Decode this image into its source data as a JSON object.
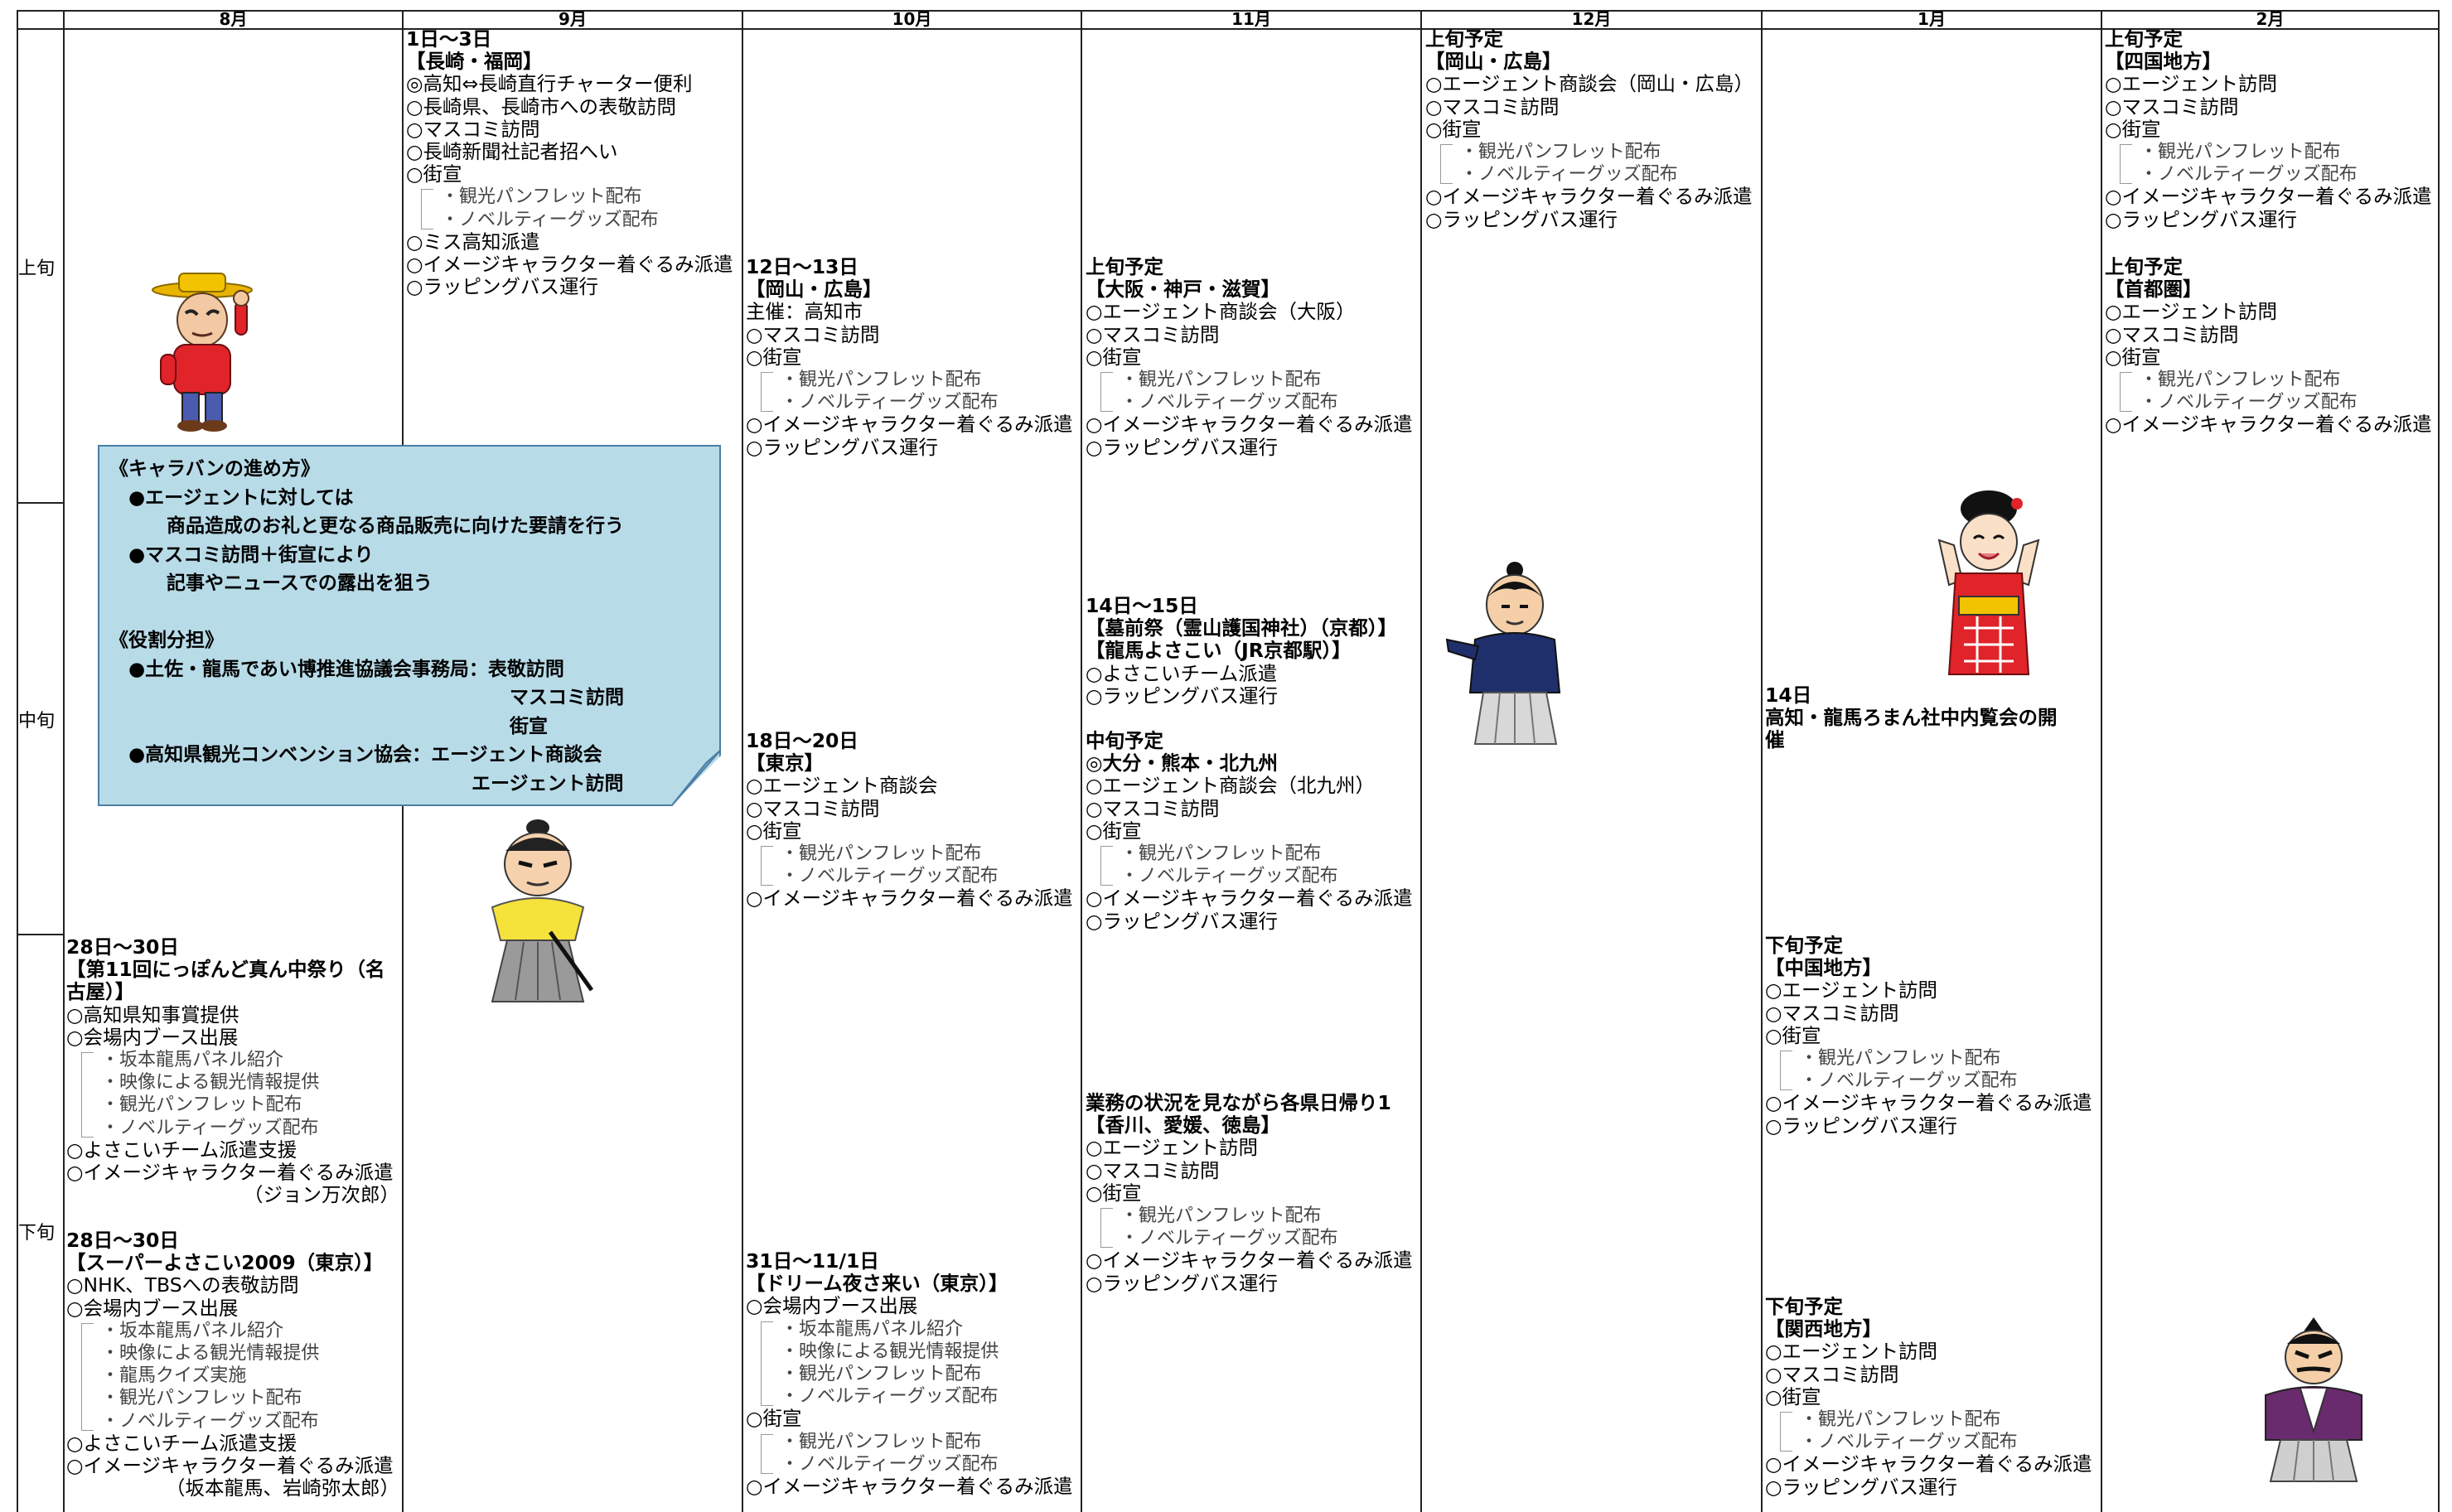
{
  "months": [
    "8月",
    "9月",
    "10月",
    "11月",
    "12月",
    "1月",
    "2月"
  ],
  "periods": [
    "上旬",
    "中旬",
    "下旬"
  ],
  "callout": {
    "lines": [
      "《キャラバンの進め方》",
      "　●エージェントに対しては",
      "　　　商品造成のお礼と更なる商品販売に向けた要請を行う",
      "　●マスコミ訪問＋街宣により",
      "　　　記事やニュースでの露出を狙う",
      "",
      "《役割分担》",
      "　●土佐・龍馬であい博推進協議会事務局：表敬訪問",
      "　　　　　　　　　　　　　　　　　　　　　マスコミ訪問",
      "　　　　　　　　　　　　　　　　　　　　　街宣",
      "　●高知県観光コンベンション協会：エージェント商談会",
      "　　　　　　　　　　　　　　　　　　　エージェント訪問"
    ]
  },
  "characters": [
    {
      "id": "ryoma-aug",
      "icon": "cowboy-character-icon"
    },
    {
      "id": "samurai-sep",
      "icon": "samurai-character-icon"
    },
    {
      "id": "ryoma-dec",
      "icon": "ryoma-character-icon"
    },
    {
      "id": "princess-jan",
      "icon": "princess-character-icon"
    },
    {
      "id": "lord-feb",
      "icon": "lord-character-icon"
    }
  ],
  "blocks": {
    "sep_a": [
      "1日～3日",
      "【長崎・福岡】",
      "◎高知⇔長崎直行チャーター便利",
      "○長崎県、長崎市への表敬訪問",
      "○マスコミ訪問",
      "○長崎新聞社記者招へい",
      "○街宣",
      "・観光パンフレット配布",
      "・ノベルティーグッズ配布",
      "○ミス高知派遣",
      "○イメージキャラクター着ぐるみ派遣",
      "○ラッピングバス運行"
    ],
    "aug_c1": [
      "28日～30日",
      "【第11回にっぽんど真ん中祭り（名",
      "古屋）】",
      "○高知県知事賞提供",
      "○会場内ブース出展",
      "・坂本龍馬パネル紹介",
      "・映像による観光情報提供",
      "・観光パンフレット配布",
      "・ノベルティーグッズ配布",
      "○よさこいチーム派遣支援",
      "○イメージキャラクター着ぐるみ派遣",
      "（ジョン万次郎）"
    ],
    "aug_c2": [
      "28日～30日",
      "【スーパーよさこい2009（東京）】",
      "○NHK、TBSへの表敬訪問",
      "○会場内ブース出展",
      "・坂本龍馬パネル紹介",
      "・映像による観光情報提供",
      "・龍馬クイズ実施",
      "・観光パンフレット配布",
      "・ノベルティーグッズ配布",
      "○よさこいチーム派遣支援",
      "○イメージキャラクター着ぐるみ派遣",
      "（坂本龍馬、岩崎弥太郎）"
    ],
    "oct_a": [
      "12日～13日",
      "【岡山・広島】",
      "主催：高知市",
      "○マスコミ訪問",
      "○街宣",
      "・観光パンフレット配布",
      "・ノベルティーグッズ配布",
      "○イメージキャラクター着ぐるみ派遣",
      "○ラッピングバス運行"
    ],
    "oct_b": [
      "18日～20日",
      "【東京】",
      "○エージェント商談会",
      "○マスコミ訪問",
      "○街宣",
      "・観光パンフレット配布",
      "・ノベルティーグッズ配布",
      "○イメージキャラクター着ぐるみ派遣"
    ],
    "oct_c": [
      "31日～11/1日",
      "【ドリーム夜さ来い（東京）】",
      "○会場内ブース出展",
      "・坂本龍馬パネル紹介",
      "・映像による観光情報提供",
      "・観光パンフレット配布",
      "・ノベルティーグッズ配布",
      "○街宣",
      "・観光パンフレット配布",
      "・ノベルティーグッズ配布",
      "○イメージキャラクター着ぐるみ派遣"
    ],
    "nov_a": [
      "上旬予定",
      "【大阪・神戸・滋賀】",
      "○エージェント商談会（大阪）",
      "○マスコミ訪問",
      "○街宣",
      "・観光パンフレット配布",
      "・ノベルティーグッズ配布",
      "○イメージキャラクター着ぐるみ派遣",
      "○ラッピングバス運行"
    ],
    "nov_b1": [
      "14日～15日",
      "【墓前祭（霊山護国神社）（京都）】",
      "【龍馬よさこい（JR京都駅）】",
      "○よさこいチーム派遣",
      "○ラッピングバス運行"
    ],
    "nov_b2": [
      "中旬予定",
      "◎大分・熊本・北九州",
      "○エージェント商談会（北九州）",
      "○マスコミ訪問",
      "○街宣",
      "・観光パンフレット配布",
      "・ノベルティーグッズ配布",
      "○イメージキャラクター着ぐるみ派遣",
      "○ラッピングバス運行"
    ],
    "nov_c": [
      "業務の状況を見ながら各県日帰り1",
      "【香川、愛媛、徳島】",
      "○エージェント訪問",
      "○マスコミ訪問",
      "○街宣",
      "・観光パンフレット配布",
      "・ノベルティーグッズ配布",
      "○イメージキャラクター着ぐるみ派遣",
      "○ラッピングバス運行"
    ],
    "dec_a": [
      "上旬予定",
      "【岡山・広島】",
      "○エージェント商談会（岡山・広島）",
      "○マスコミ訪問",
      "○街宣",
      "・観光パンフレット配布",
      "・ノベルティーグッズ配布",
      "○イメージキャラクター着ぐるみ派遣",
      "○ラッピングバス運行"
    ],
    "jan_b": [
      "14日",
      "高知・龍馬ろまん社中内覧会の開",
      "催"
    ],
    "jan_c1": [
      "下旬予定",
      "【中国地方】",
      "○エージェント訪問",
      "○マスコミ訪問",
      "○街宣",
      "・観光パンフレット配布",
      "・ノベルティーグッズ配布",
      "○イメージキャラクター着ぐるみ派遣",
      "○ラッピングバス運行"
    ],
    "jan_c2": [
      "下旬予定",
      "【関西地方】",
      "○エージェント訪問",
      "○マスコミ訪問",
      "○街宣",
      "・観光パンフレット配布",
      "・ノベルティーグッズ配布",
      "○イメージキャラクター着ぐるみ派遣",
      "○ラッピングバス運行"
    ],
    "feb_a1": [
      "上旬予定",
      "【四国地方】",
      "○エージェント訪問",
      "○マスコミ訪問",
      "○街宣",
      "・観光パンフレット配布",
      "・ノベルティーグッズ配布",
      "○イメージキャラクター着ぐるみ派遣",
      "○ラッピングバス運行"
    ],
    "feb_a2": [
      "上旬予定",
      "【首都圏】",
      "○エージェント訪問",
      "○マスコミ訪問",
      "○街宣",
      "・観光パンフレット配布",
      "・ノベルティーグッズ配布",
      "○イメージキャラクター着ぐるみ派遣"
    ]
  }
}
